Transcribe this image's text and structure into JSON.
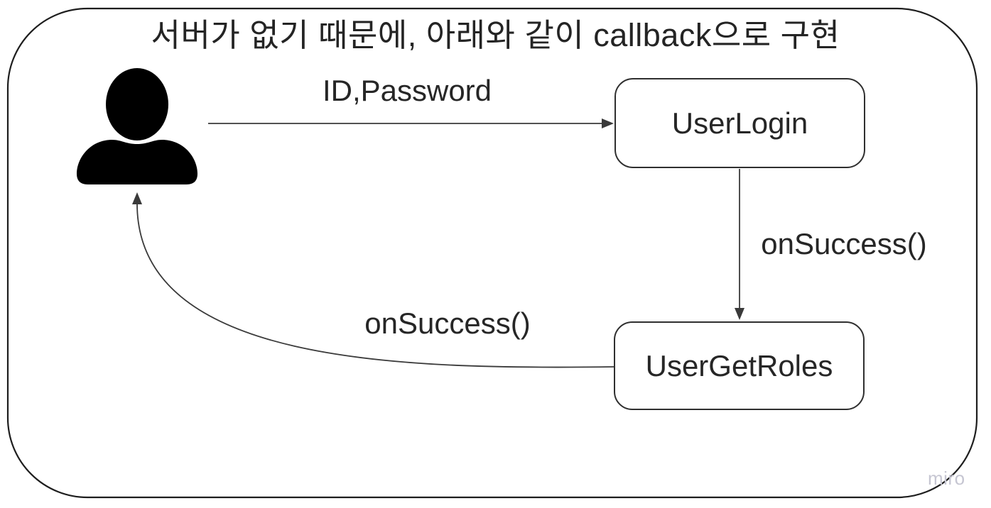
{
  "diagram": {
    "title": "서버가 없기 때문에, 아래와 같이 callback으로 구현",
    "nodes": {
      "user_login": {
        "label": "UserLogin"
      },
      "user_get_roles": {
        "label": "UserGetRoles"
      }
    },
    "edges": {
      "id_password": {
        "label": "ID,Password",
        "from": "actor",
        "to": "user_login"
      },
      "on_success_down": {
        "label": "onSuccess()",
        "from": "user_login",
        "to": "user_get_roles"
      },
      "on_success_return": {
        "label": "onSuccess()",
        "from": "user_get_roles",
        "to": "actor"
      }
    },
    "colors": {
      "stroke": "#3a3a3a",
      "outer_border": "#1e1e1e",
      "text": "#262626",
      "icon": "#000000",
      "watermark": "#c6c6d2",
      "background": "#ffffff"
    },
    "watermark": "miro"
  }
}
